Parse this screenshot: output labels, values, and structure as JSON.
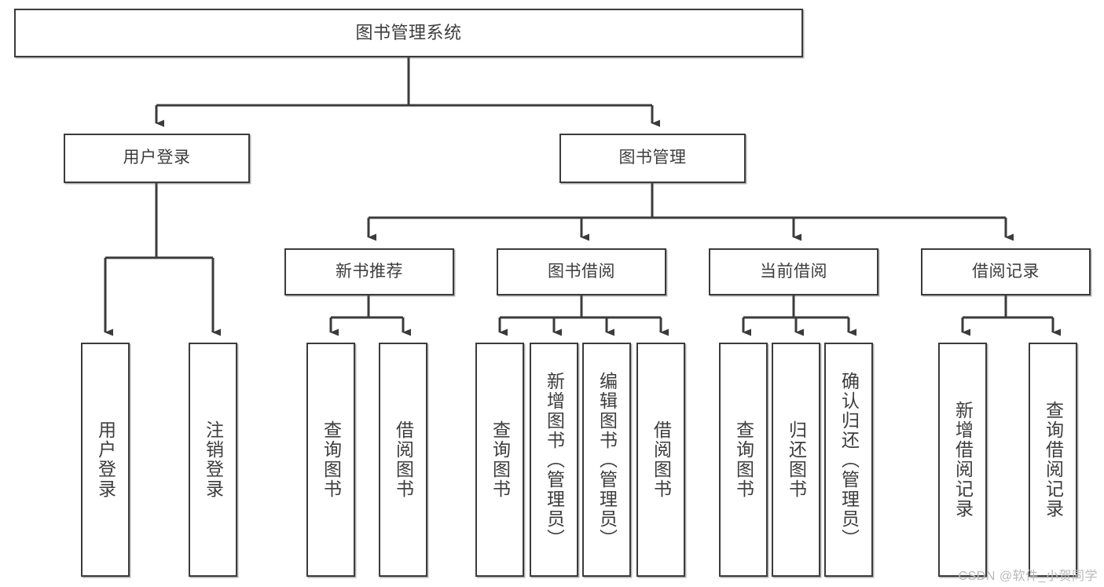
{
  "diagram": {
    "title": "图书管理系统",
    "watermark": "CSDN @软件_小贺同学",
    "colors": {
      "box_border": "#3b3b3b",
      "text": "#3d3d3d",
      "connector": "#3b3b3b",
      "background": "#ffffff",
      "watermark": "#b9b9b9"
    },
    "nodes": {
      "root": {
        "label": "图书管理系统"
      },
      "level2": [
        {
          "label": "用户登录"
        },
        {
          "label": "图书管理"
        }
      ],
      "level3": [
        {
          "label": "新书推荐"
        },
        {
          "label": "图书借阅"
        },
        {
          "label": "当前借阅"
        },
        {
          "label": "借阅记录"
        }
      ],
      "leaves": {
        "user_login": [
          {
            "label": "用户登录"
          },
          {
            "label": "注销登录"
          }
        ],
        "new_book_recommend": [
          {
            "label": "查询图书"
          },
          {
            "label": "借阅图书"
          }
        ],
        "book_borrow": [
          {
            "label": "查询图书"
          },
          {
            "label": "新增图书（管理员）"
          },
          {
            "label": "编辑图书（管理员）"
          },
          {
            "label": "借阅图书"
          }
        ],
        "current_borrow": [
          {
            "label": "查询图书"
          },
          {
            "label": "归还图书"
          },
          {
            "label": "确认归还（管理员）"
          }
        ],
        "borrow_record": [
          {
            "label": "新增借阅记录"
          },
          {
            "label": "查询借阅记录"
          }
        ]
      }
    }
  }
}
